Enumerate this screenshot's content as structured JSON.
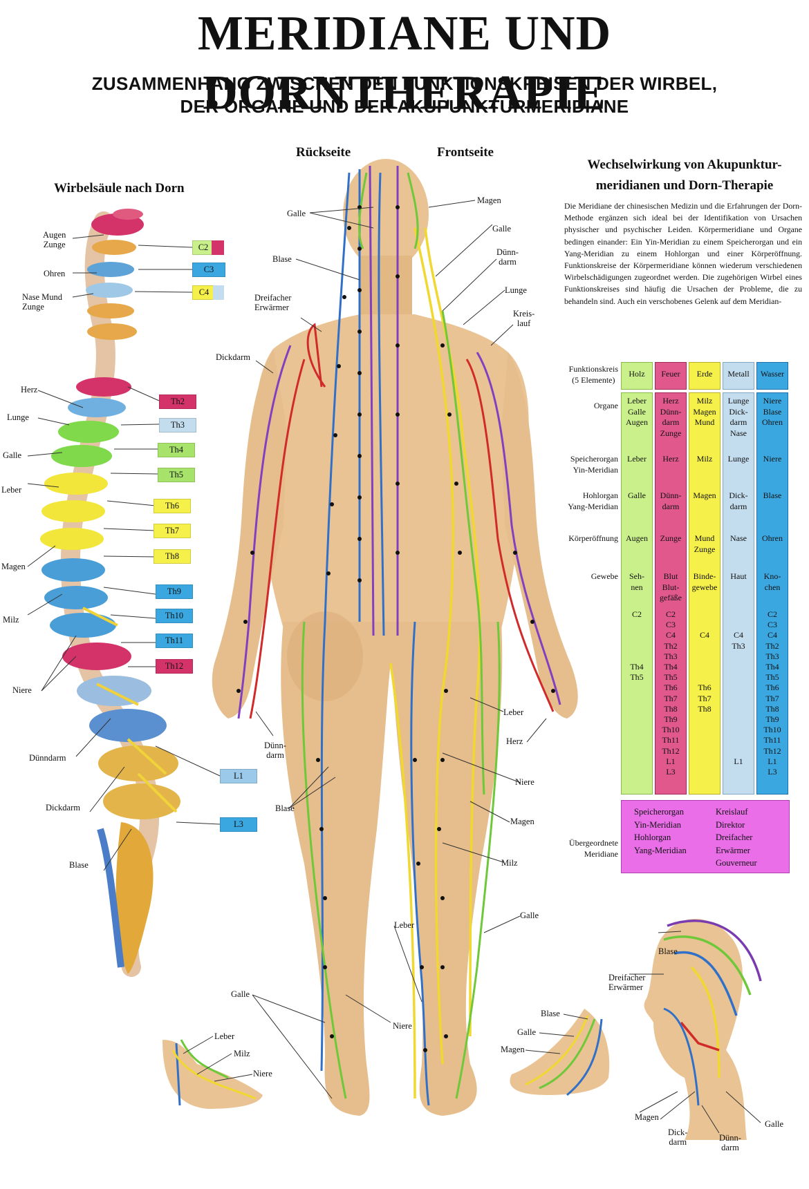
{
  "title": "MERIDIANE UND DORNTHERAPIE",
  "subtitle": {
    "line1": "ZUSAMMENHANG ZWISCHEN DEN FUNKTIONSKREISEN DER WIRBEL,",
    "line2": "DER ORGANE UND DER AKUPUNKTURMERIDIANE"
  },
  "spine": {
    "heading": "Wirbelsäule nach Dorn",
    "organ_labels": [
      "Augen\nZunge",
      "Ohren",
      "Nase Mund\nZunge",
      "Herz",
      "Lunge",
      "Galle",
      "Leber",
      "Magen",
      "Milz",
      "Niere",
      "Dünndarm",
      "Dickdarm",
      "Blase"
    ],
    "vertebra_labels": [
      "C2",
      "C3",
      "C4",
      "Th2",
      "Th3",
      "Th4",
      "Th5",
      "Th6",
      "Th7",
      "Th8",
      "Th9",
      "Th10",
      "Th11",
      "Th12",
      "L1",
      "L3"
    ]
  },
  "body": {
    "back_heading": "Rückseite",
    "front_heading": "Frontseite",
    "labels": {
      "galle_top": "Galle",
      "blase_top": "Blase",
      "dreifacher": "Dreifacher\nErwärmer",
      "dickdarm": "Dickdarm",
      "duenndarm_left": "Dünn-\ndarm",
      "blase_mid": "Blase",
      "galle_low": "Galle",
      "magen_top": "Magen",
      "galle_right": "Galle",
      "duenndarm_right": "Dünn-\ndarm",
      "lunge": "Lunge",
      "kreislauf": "Kreis-\nlauf",
      "leber_right": "Leber",
      "herz": "Herz",
      "niere_right": "Niere",
      "magen_right": "Magen",
      "milz": "Milz",
      "leber_low": "Leber",
      "niere_low": "Niere",
      "galle_calf": "Galle"
    }
  },
  "feet": {
    "left": [
      "Leber",
      "Milz",
      "Niere"
    ],
    "right": [
      "Blase",
      "Galle",
      "Magen"
    ]
  },
  "head_view": {
    "labels": [
      "Blase",
      "Dreifacher\nErwärmer",
      "Magen",
      "Dick-\ndarm",
      "Dünn-\ndarm",
      "Galle"
    ]
  },
  "info": {
    "heading_line1": "Wechselwirkung von Akupunktur-",
    "heading_line2": "meridianen und Dorn-Therapie",
    "paragraph": "Die Meridiane der chinesischen Medizin und die Erfahrungen der Dorn-Methode ergänzen sich ideal bei der Identifikation von Ursachen physischer und psychischer Leiden. Körpermeridiane und Organe bedingen einander: Ein Yin-Meridian zu einem Speicherorgan und ein Yang-Meridian zu einem Hohlorgan und einer Körperöffnung. Funktionskreise der Körpermeridiane können wiederum verschiedenen Wirbelschädigungen zugeordnet werden. Die zugehörigen Wirbel eines Funktionskreises sind häufig die Ursachen der Probleme, die zu behandeln sind. Auch ein verschobenes Gelenk auf dem Meridian-"
  },
  "table": {
    "header_label": "Funktionskreis\n(5 Elemente)",
    "columns": [
      {
        "name": "Holz",
        "color": "#c9f08a",
        "organe": "Leber\nGalle\nAugen",
        "speicher": "Leber",
        "hohl": "Galle",
        "oeffnung": "Augen",
        "gewebe": "Seh-\nnen",
        "wirbel": [
          "C2",
          "",
          "",
          "",
          "",
          "Th4",
          "Th5",
          "",
          "",
          "",
          "",
          "",
          "",
          "",
          "",
          ""
        ]
      },
      {
        "name": "Feuer",
        "color": "#e0588c",
        "organe": "Herz\nDünn-\ndarm\nZunge",
        "speicher": "Herz",
        "hohl": "Dünn-\ndarm",
        "oeffnung": "Zunge",
        "gewebe": "Blut\nBlut-\ngefäße",
        "wirbel": [
          "C2",
          "C3",
          "C4",
          "Th2",
          "Th3",
          "Th4",
          "Th5",
          "Th6",
          "Th7",
          "Th8",
          "Th9",
          "Th10",
          "Th11",
          "Th12",
          "L1",
          "L3"
        ]
      },
      {
        "name": "Erde",
        "color": "#f6f04a",
        "organe": "Milz\nMagen\nMund",
        "speicher": "Milz",
        "hohl": "Magen",
        "oeffnung": "Mund\nZunge",
        "gewebe": "Binde-\ngewebe",
        "wirbel": [
          "",
          "",
          "C4",
          "",
          "",
          "",
          "",
          "Th6",
          "Th7",
          "Th8",
          "",
          "",
          "",
          "",
          "",
          ""
        ]
      },
      {
        "name": "Metall",
        "color": "#c3dcee",
        "organe": "Lunge\nDick-\ndarm\nNase",
        "speicher": "Lunge",
        "hohl": "Dick-\ndarm",
        "oeffnung": "Nase",
        "gewebe": "Haut",
        "wirbel": [
          "",
          "",
          "C4",
          "Th3",
          "",
          "",
          "",
          "",
          "",
          "",
          "",
          "",
          "",
          "",
          "L1",
          ""
        ]
      },
      {
        "name": "Wasser",
        "color": "#3ba7e0",
        "organe": "Niere\nBlase\nOhren",
        "speicher": "Niere",
        "hohl": "Blase",
        "oeffnung": "Ohren",
        "gewebe": "Kno-\nchen",
        "wirbel": [
          "C2",
          "C3",
          "C4",
          "Th2",
          "Th3",
          "Th4",
          "Th5",
          "Th6",
          "Th7",
          "Th8",
          "Th9",
          "Th10",
          "Th11",
          "Th12",
          "L1",
          "L3"
        ]
      }
    ],
    "row_labels": {
      "organe": "Organe",
      "speicher": "Speicherorgan\nYin-Meridian",
      "hohl": "Hohlorgan\nYang-Meridian",
      "oeffnung": "Körperöffnung",
      "gewebe": "Gewebe",
      "uebergeordnet": "Übergeordnete\nMeridiane"
    },
    "uebergeordnet_left": "Speicherorgan\nYin-Meridian\nHohlorgan\nYang-Meridian",
    "uebergeordnet_right": "Kreislauf\nDirektor\nDreifacher\nErwärmer\nGouverneur"
  },
  "colors": {
    "holz": "#c9f08a",
    "feuer": "#e0588c",
    "erde": "#f6f04a",
    "metall": "#c3dcee",
    "wasser": "#3ba7e0",
    "uebergeordnet": "#e96ee8",
    "skin": "#e9c393"
  }
}
